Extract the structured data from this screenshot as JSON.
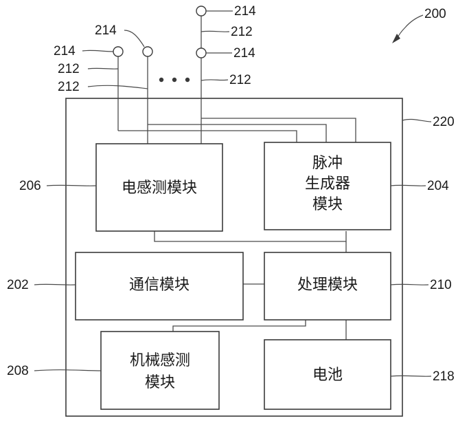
{
  "figure_ref": "200",
  "housing_ref": "220",
  "modules": {
    "electrical_sensing": {
      "lines": [
        "电感测模块"
      ],
      "ref": "206"
    },
    "pulse_generator": {
      "lines": [
        "脉冲",
        "生成器",
        "模块"
      ],
      "ref": "204"
    },
    "communication": {
      "lines": [
        "通信模块"
      ],
      "ref": "202"
    },
    "processing": {
      "lines": [
        "处理模块"
      ],
      "ref": "210"
    },
    "mechanical_sensing": {
      "lines": [
        "机械感测",
        "模块"
      ],
      "ref": "208"
    },
    "battery": {
      "lines": [
        "电池"
      ],
      "ref": "218"
    }
  },
  "electrode_labels": {
    "top_right_terminal": "214",
    "top_right_lead": "212",
    "right_terminal": "214",
    "right_lead": "212",
    "mid_terminal": "214",
    "left_terminal": "214",
    "left_lead_upper": "212",
    "left_lead_lower": "212"
  }
}
